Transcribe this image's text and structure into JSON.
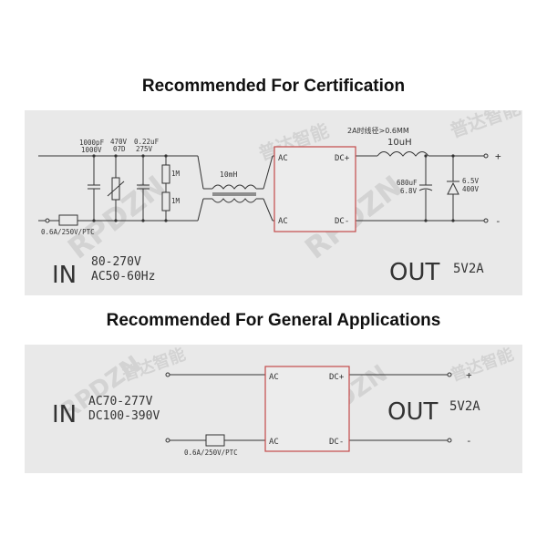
{
  "cert": {
    "title": "Recommended For Certification",
    "cap1": "1000pF",
    "cap1_v": "1000V",
    "varistor": "470V",
    "varistor_code": "07D",
    "cap2": "0.22uF",
    "cap2_v": "275V",
    "res1": "1M",
    "res2": "1M",
    "inductor": "10mH",
    "wire_note": "2A时线径>0.6MM",
    "out_inductor": "10uH",
    "out_cap": "680uF",
    "out_cap_v": "6.8V",
    "tvs": "6.5V",
    "tvs_v": "400V",
    "fuse": "0.6A/250V/PTC",
    "pin_ac1": "AC",
    "pin_ac2": "AC",
    "pin_dcp": "DC+",
    "pin_dcm": "DC-",
    "plus": "+",
    "minus": "-",
    "in_label": "IN",
    "in_line1": "80-270V",
    "in_line2": "AC50-60Hz",
    "out_label": "OUT",
    "out_value": "5V2A"
  },
  "general": {
    "title": "Recommended For General Applications",
    "pin_ac1": "AC",
    "pin_ac2": "AC",
    "pin_dcp": "DC+",
    "pin_dcm": "DC-",
    "plus": "+",
    "minus": "-",
    "fuse": "0.6A/250V/PTC",
    "in_label": "IN",
    "in_line1": "AC70-277V",
    "in_line2": "DC100-390V",
    "out_label": "OUT",
    "out_value": "5V2A"
  },
  "watermark": {
    "brand": "RPDZN",
    "cn": "普达智能"
  },
  "colors": {
    "panel_bg": "#e9e9e9",
    "module_border": "#c44a4a",
    "line": "#333333"
  }
}
